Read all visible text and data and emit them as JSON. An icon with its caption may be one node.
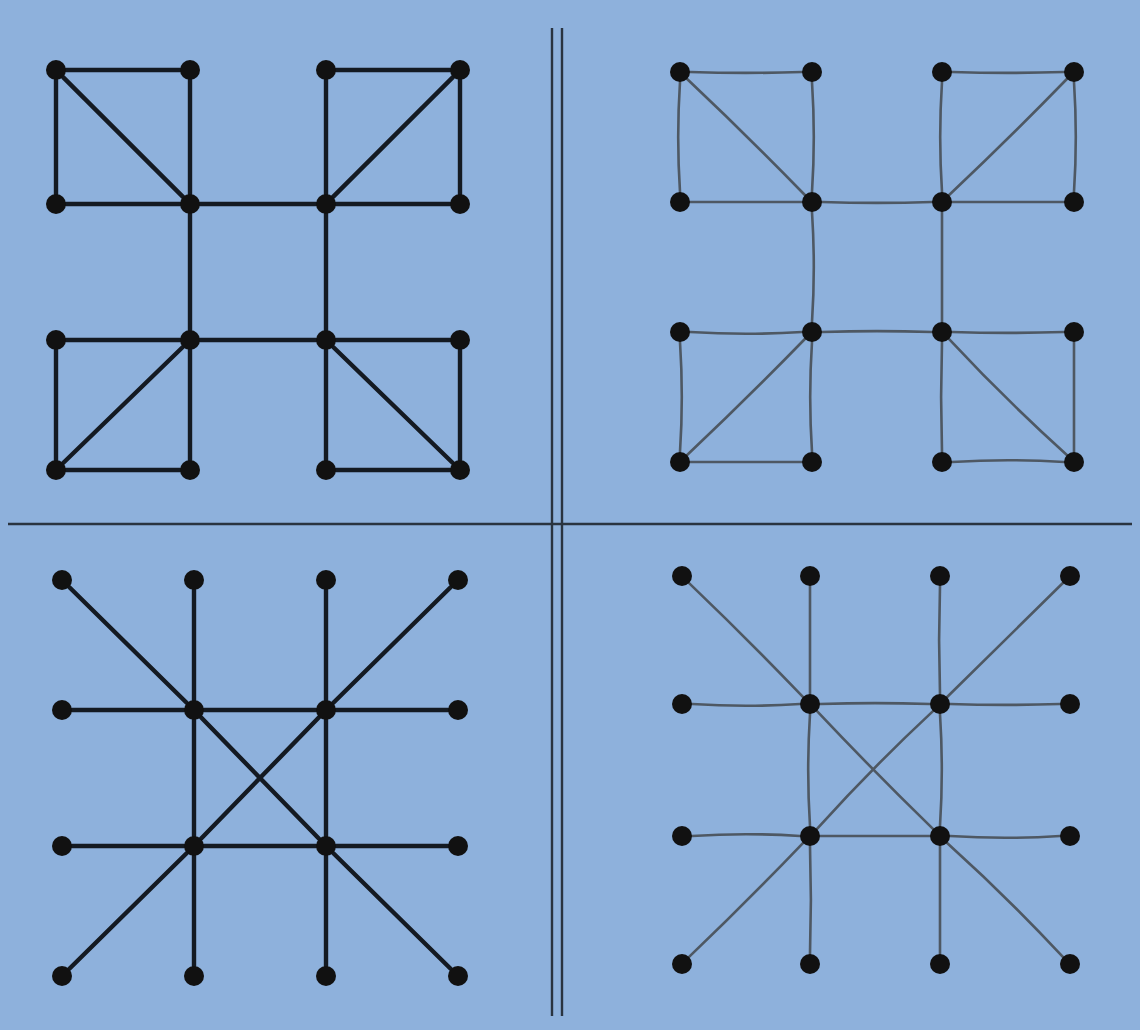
{
  "diagram": {
    "nodes": [
      {
        "text": [],
        "shape": "circle"
      },
      {
        "text": [],
        "shape": "circle"
      },
      {
        "text": [],
        "shape": "circle"
      },
      {
        "text": [],
        "shape": "circle"
      },
      {
        "text": [],
        "shape": "circle"
      },
      {
        "text": [],
        "shape": "circle"
      },
      {
        "text": [],
        "shape": "circle"
      },
      {
        "text": [],
        "shape": "circle"
      },
      {
        "text": [],
        "shape": "circle"
      },
      {
        "text": [],
        "shape": "circle"
      },
      {
        "text": [],
        "shape": "circle"
      },
      {
        "text": [],
        "shape": "circle"
      },
      {
        "text": [],
        "shape": "circle"
      },
      {
        "text": [],
        "shape": "circle"
      },
      {
        "text": [],
        "shape": "circle"
      },
      {
        "text": [],
        "shape": "circle"
      },
      {
        "text": [],
        "shape": "circle"
      },
      {
        "text": [],
        "shape": "circle"
      },
      {
        "text": [],
        "shape": "circle"
      },
      {
        "text": [],
        "shape": "circle"
      },
      {
        "text": [],
        "shape": "circle"
      },
      {
        "text": [],
        "shape": "circle"
      },
      {
        "text": [],
        "shape": "circle"
      },
      {
        "text": [],
        "shape": "circle"
      },
      {
        "text": [],
        "shape": "circle"
      },
      {
        "text": [],
        "shape": "circle"
      },
      {
        "text": [],
        "shape": "circle"
      },
      {
        "text": [],
        "shape": "circle"
      },
      {
        "text": [],
        "shape": "circle"
      },
      {
        "text": [],
        "shape": "circle"
      },
      {
        "text": [],
        "shape": "circle"
      },
      {
        "text": [],
        "shape": "circle"
      },
      {
        "text": [],
        "shape": "circle"
      },
      {
        "text": [],
        "shape": "circle"
      },
      {
        "text": [],
        "shape": "circle"
      },
      {
        "text": [],
        "shape": "circle"
      },
      {
        "text": [],
        "shape": "circle"
      },
      {
        "text": [],
        "shape": "circle"
      },
      {
        "text": [],
        "shape": "circle"
      },
      {
        "text": [],
        "shape": "circle"
      },
      {
        "text": [],
        "shape": "circle"
      },
      {
        "text": [],
        "shape": "circle"
      },
      {
        "text": [],
        "shape": "circle"
      },
      {
        "text": [],
        "shape": "circle"
      },
      {
        "text": [],
        "shape": "circle"
      },
      {
        "text": [],
        "shape": "circle"
      },
      {
        "text": [],
        "shape": "circle"
      },
      {
        "text": [],
        "shape": "circle"
      },
      {
        "text": [],
        "shape": "circle"
      },
      {
        "text": [],
        "shape": "circle"
      },
      {
        "text": [],
        "shape": "circle"
      },
      {
        "text": [],
        "shape": "circle"
      },
      {
        "text": [],
        "shape": "circle"
      },
      {
        "text": [],
        "shape": "circle"
      },
      {
        "text": [],
        "shape": "circle"
      },
      {
        "text": [],
        "shape": "circle"
      },
      {
        "text": [],
        "shape": "circle"
      },
      {
        "text": [],
        "shape": "circle"
      },
      {
        "text": [],
        "shape": "circle"
      },
      {
        "text": [],
        "shape": "circle"
      },
      {
        "text": [],
        "shape": "circle"
      },
      {
        "text": [],
        "shape": "circle"
      },
      {
        "text": [],
        "shape": "circle"
      },
      {
        "text": [],
        "shape": "circle"
      }
    ],
    "edges": [
      {
        "from": 0,
        "to": 1,
        "arrow": "none"
      },
      {
        "from": 1,
        "to": 5,
        "arrow": "none"
      },
      {
        "from": 4,
        "to": 5,
        "arrow": "none"
      },
      {
        "from": 0,
        "to": 4,
        "arrow": "none"
      },
      {
        "from": 0,
        "to": 5,
        "arrow": "none"
      },
      {
        "from": 2,
        "to": 3,
        "arrow": "none"
      },
      {
        "from": 3,
        "to": 7,
        "arrow": "none"
      },
      {
        "from": 6,
        "to": 7,
        "arrow": "none"
      },
      {
        "from": 2,
        "to": 6,
        "arrow": "none"
      },
      {
        "from": 3,
        "to": 6,
        "arrow": "none"
      },
      {
        "from": 5,
        "to": 6,
        "arrow": "none"
      },
      {
        "from": 5,
        "to": 9,
        "arrow": "none"
      },
      {
        "from": 6,
        "to": 10,
        "arrow": "none"
      },
      {
        "from": 8,
        "to": 9,
        "arrow": "none"
      },
      {
        "from": 9,
        "to": 10,
        "arrow": "none"
      },
      {
        "from": 10,
        "to": 11,
        "arrow": "none"
      },
      {
        "from": 8,
        "to": 12,
        "arrow": "none"
      },
      {
        "from": 12,
        "to": 13,
        "arrow": "none"
      },
      {
        "from": 9,
        "to": 13,
        "arrow": "none"
      },
      {
        "from": 9,
        "to": 12,
        "arrow": "none"
      },
      {
        "from": 10,
        "to": 14,
        "arrow": "none"
      },
      {
        "from": 14,
        "to": 15,
        "arrow": "none"
      },
      {
        "from": 11,
        "to": 15,
        "arrow": "none"
      },
      {
        "from": 10,
        "to": 15,
        "arrow": "none"
      },
      {
        "from": 16,
        "to": 17,
        "arrow": "none",
        "color": "#4e5863"
      },
      {
        "from": 17,
        "to": 21,
        "arrow": "none",
        "color": "#4e5863"
      },
      {
        "from": 20,
        "to": 21,
        "arrow": "none",
        "color": "#4e5863"
      },
      {
        "from": 16,
        "to": 20,
        "arrow": "none",
        "color": "#4e5863"
      },
      {
        "from": 16,
        "to": 21,
        "arrow": "none",
        "color": "#4e5863"
      },
      {
        "from": 18,
        "to": 19,
        "arrow": "none",
        "color": "#4e5863"
      },
      {
        "from": 19,
        "to": 23,
        "arrow": "none",
        "color": "#4e5863"
      },
      {
        "from": 22,
        "to": 23,
        "arrow": "none",
        "color": "#4e5863"
      },
      {
        "from": 18,
        "to": 22,
        "arrow": "none",
        "color": "#4e5863"
      },
      {
        "from": 19,
        "to": 22,
        "arrow": "none",
        "color": "#4e5863"
      },
      {
        "from": 21,
        "to": 22,
        "arrow": "none",
        "color": "#4e5863"
      },
      {
        "from": 21,
        "to": 25,
        "arrow": "none",
        "color": "#4e5863"
      },
      {
        "from": 22,
        "to": 26,
        "arrow": "none",
        "color": "#4e5863"
      },
      {
        "from": 24,
        "to": 25,
        "arrow": "none",
        "color": "#4e5863"
      },
      {
        "from": 25,
        "to": 26,
        "arrow": "none",
        "color": "#4e5863"
      },
      {
        "from": 26,
        "to": 27,
        "arrow": "none",
        "color": "#4e5863"
      },
      {
        "from": 24,
        "to": 28,
        "arrow": "none",
        "color": "#4e5863"
      },
      {
        "from": 28,
        "to": 29,
        "arrow": "none",
        "color": "#4e5863"
      },
      {
        "from": 25,
        "to": 29,
        "arrow": "none",
        "color": "#4e5863"
      },
      {
        "from": 25,
        "to": 28,
        "arrow": "none",
        "color": "#4e5863"
      },
      {
        "from": 26,
        "to": 30,
        "arrow": "none",
        "color": "#4e5863"
      },
      {
        "from": 30,
        "to": 31,
        "arrow": "none",
        "color": "#4e5863"
      },
      {
        "from": 27,
        "to": 31,
        "arrow": "none",
        "color": "#4e5863"
      },
      {
        "from": 26,
        "to": 31,
        "arrow": "none",
        "color": "#4e5863"
      },
      {
        "from": 33,
        "to": 37,
        "arrow": "none"
      },
      {
        "from": 37,
        "to": 41,
        "arrow": "none"
      },
      {
        "from": 41,
        "to": 45,
        "arrow": "none"
      },
      {
        "from": 34,
        "to": 38,
        "arrow": "none"
      },
      {
        "from": 38,
        "to": 42,
        "arrow": "none"
      },
      {
        "from": 42,
        "to": 46,
        "arrow": "none"
      },
      {
        "from": 36,
        "to": 37,
        "arrow": "none"
      },
      {
        "from": 37,
        "to": 38,
        "arrow": "none"
      },
      {
        "from": 38,
        "to": 39,
        "arrow": "none"
      },
      {
        "from": 40,
        "to": 41,
        "arrow": "none"
      },
      {
        "from": 41,
        "to": 42,
        "arrow": "none"
      },
      {
        "from": 42,
        "to": 43,
        "arrow": "none"
      },
      {
        "from": 32,
        "to": 37,
        "arrow": "none"
      },
      {
        "from": 37,
        "to": 42,
        "arrow": "none"
      },
      {
        "from": 42,
        "to": 47,
        "arrow": "none"
      },
      {
        "from": 35,
        "to": 38,
        "arrow": "none"
      },
      {
        "from": 38,
        "to": 41,
        "arrow": "none"
      },
      {
        "from": 41,
        "to": 44,
        "arrow": "none"
      },
      {
        "from": 49,
        "to": 53,
        "arrow": "none",
        "color": "#4e5863"
      },
      {
        "from": 53,
        "to": 57,
        "arrow": "none",
        "color": "#4e5863"
      },
      {
        "from": 57,
        "to": 61,
        "arrow": "none",
        "color": "#4e5863"
      },
      {
        "from": 50,
        "to": 54,
        "arrow": "none",
        "color": "#4e5863"
      },
      {
        "from": 54,
        "to": 58,
        "arrow": "none",
        "color": "#4e5863"
      },
      {
        "from": 58,
        "to": 62,
        "arrow": "none",
        "color": "#4e5863"
      },
      {
        "from": 52,
        "to": 53,
        "arrow": "none",
        "color": "#4e5863"
      },
      {
        "from": 53,
        "to": 54,
        "arrow": "none",
        "color": "#4e5863"
      },
      {
        "from": 54,
        "to": 55,
        "arrow": "none",
        "color": "#4e5863"
      },
      {
        "from": 56,
        "to": 57,
        "arrow": "none",
        "color": "#4e5863"
      },
      {
        "from": 57,
        "to": 58,
        "arrow": "none",
        "color": "#4e5863"
      },
      {
        "from": 58,
        "to": 59,
        "arrow": "none",
        "color": "#4e5863"
      },
      {
        "from": 48,
        "to": 53,
        "arrow": "none",
        "color": "#4e5863"
      },
      {
        "from": 53,
        "to": 58,
        "arrow": "none",
        "color": "#4e5863"
      },
      {
        "from": 58,
        "to": 63,
        "arrow": "none",
        "color": "#4e5863"
      },
      {
        "from": 51,
        "to": 54,
        "arrow": "none",
        "color": "#4e5863"
      },
      {
        "from": 54,
        "to": 57,
        "arrow": "none",
        "color": "#4e5863"
      },
      {
        "from": 57,
        "to": 60,
        "arrow": "none",
        "color": "#4e5863"
      }
    ]
  }
}
